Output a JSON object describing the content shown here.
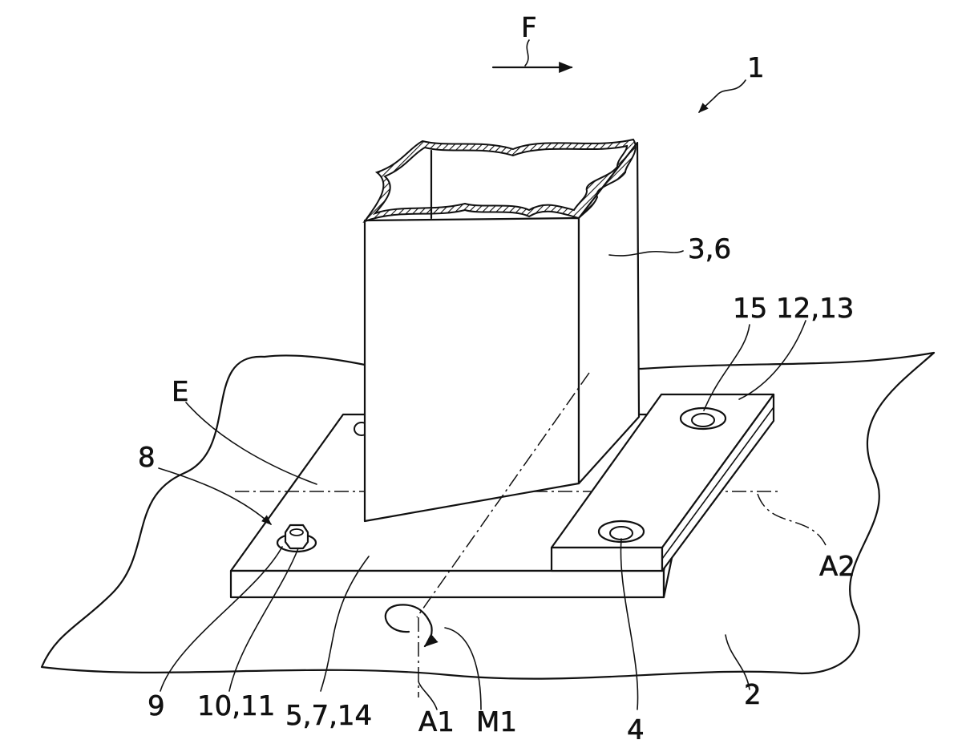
{
  "labels": {
    "force": "F",
    "device": "1",
    "base": "2",
    "tube": "3,6",
    "hole_4": "4",
    "plate": "5,7,14",
    "arrow_8": "8",
    "screw_9": "9",
    "nut": "10,11",
    "strip": "12,13",
    "screw_15": "15",
    "plane": "E",
    "axis_1": "A1",
    "axis_2": "A2",
    "moment": "M1"
  }
}
